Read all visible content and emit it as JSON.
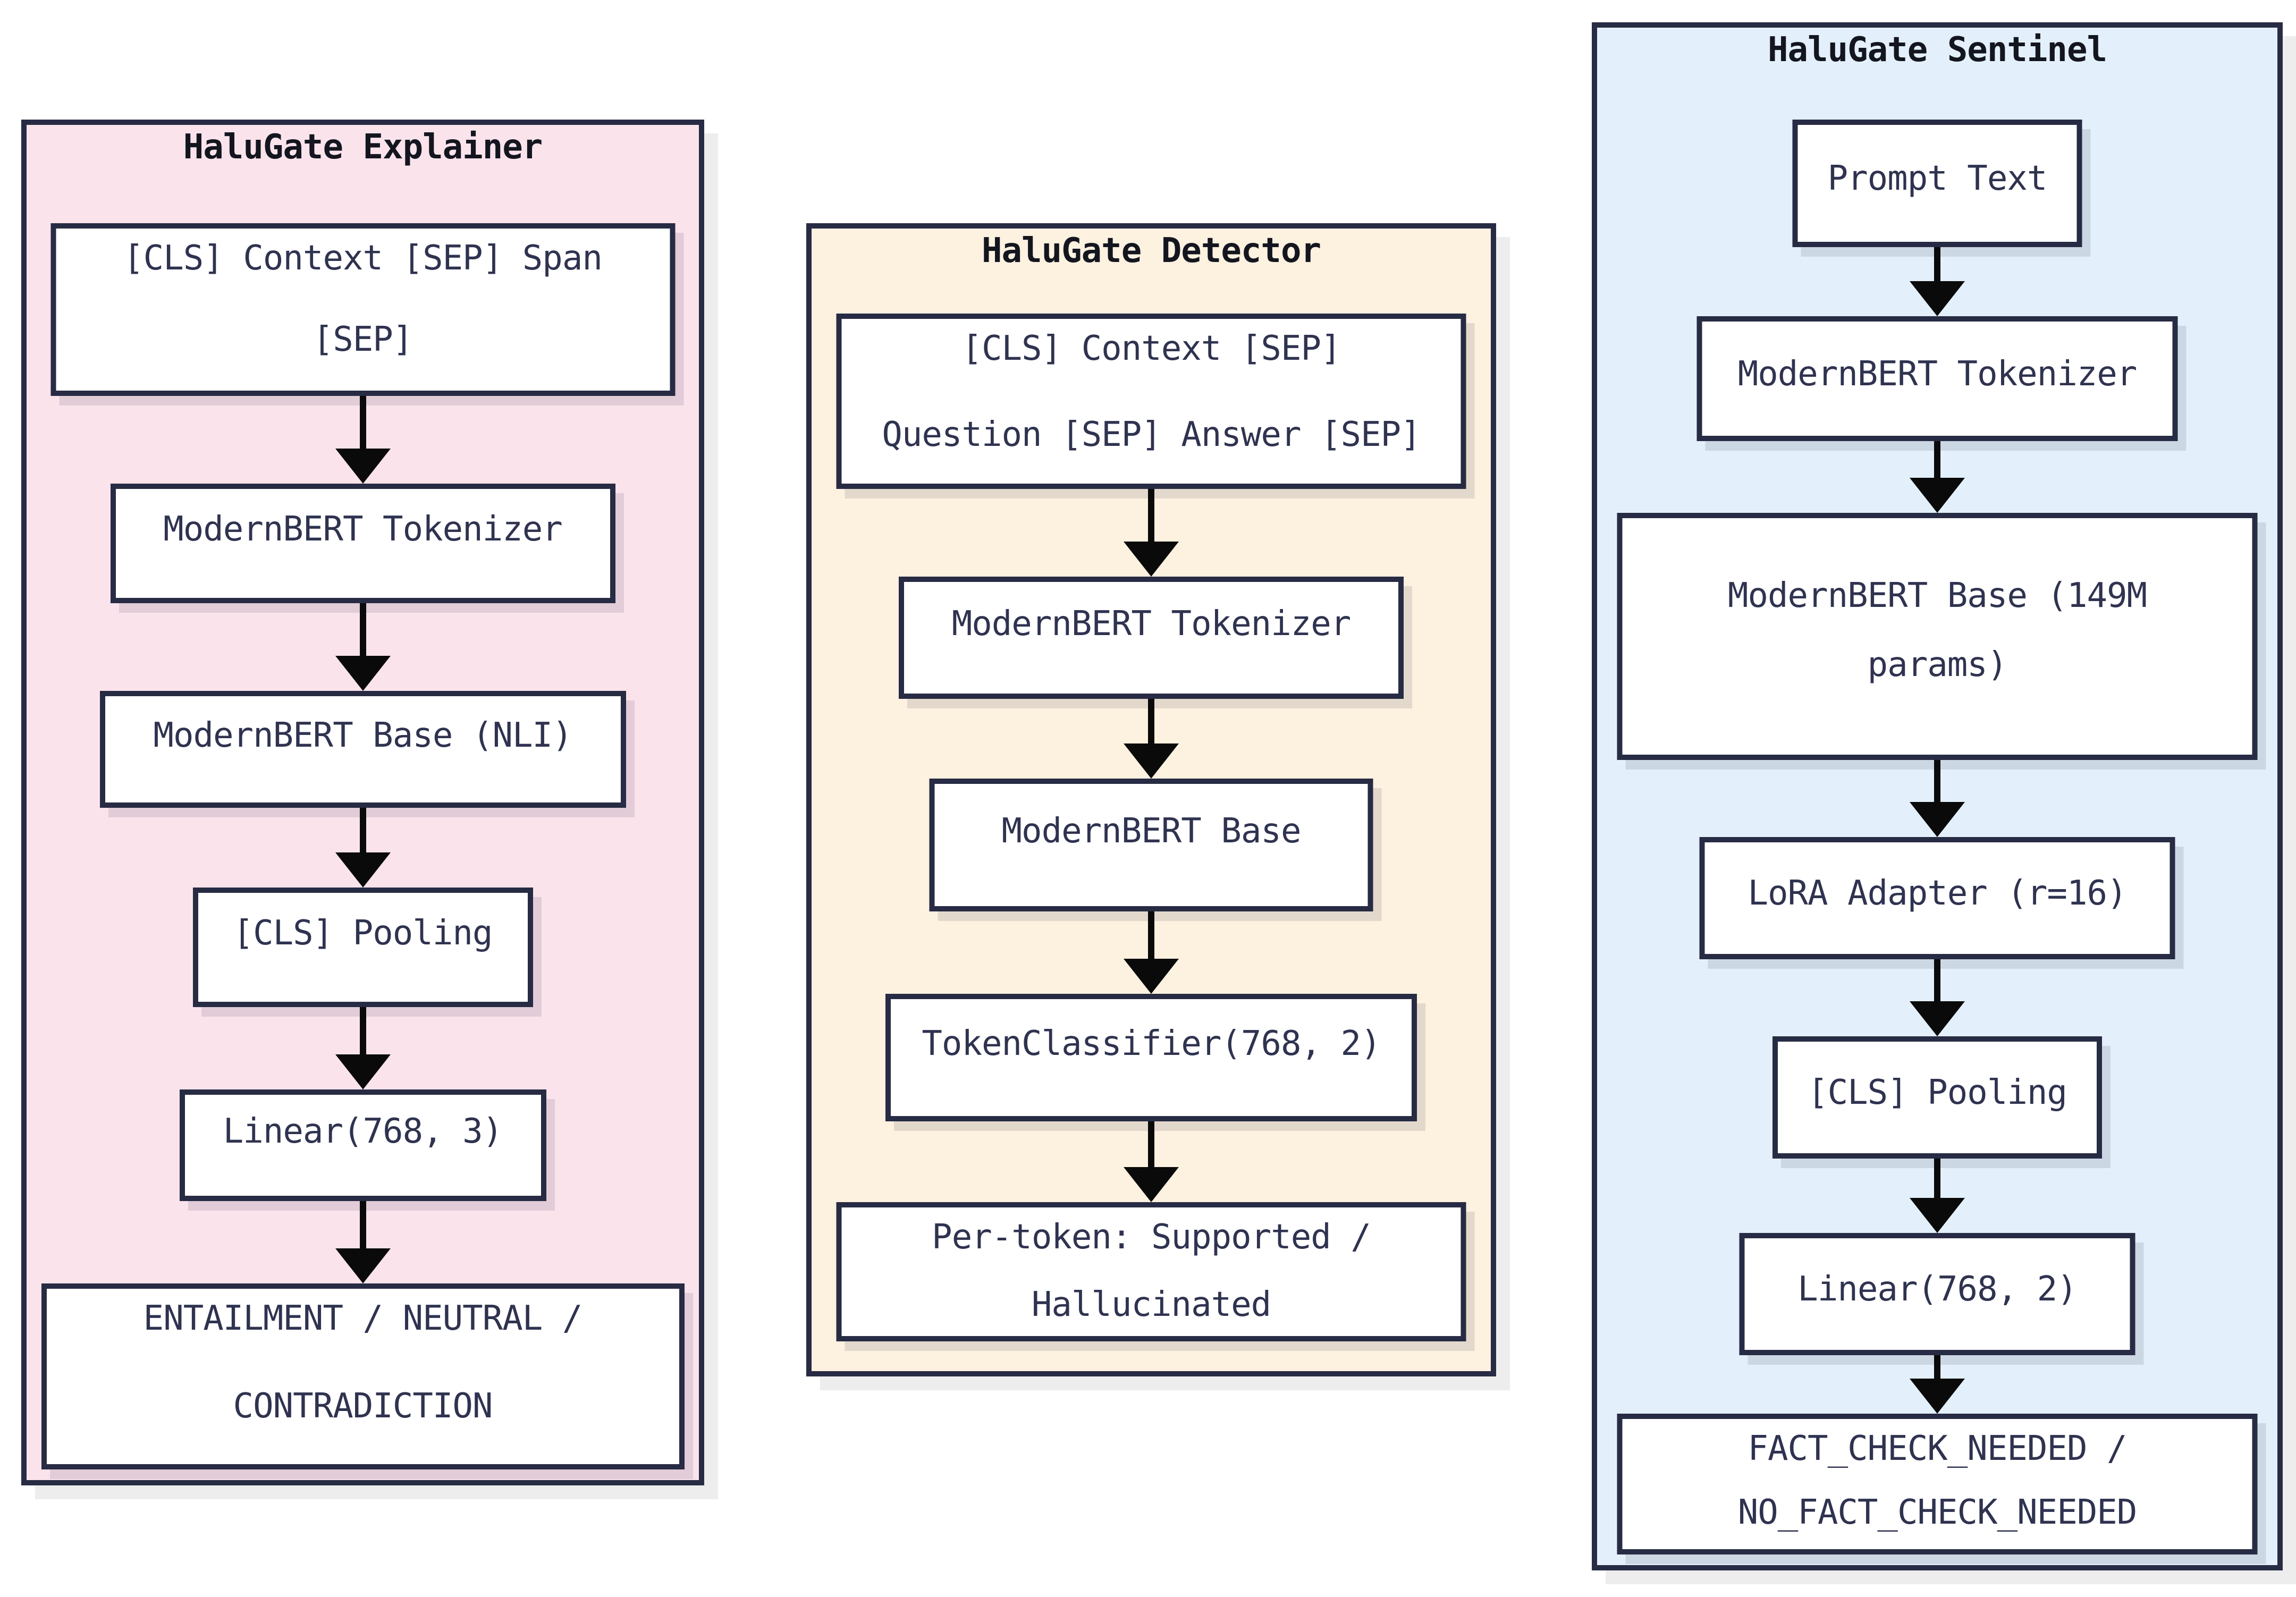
{
  "diagram": {
    "colors": {
      "page_background": "#ffffff",
      "border": "#272b43",
      "box_fill": "#ffffff",
      "title_text": "#14161f",
      "box_text": "#2f3350",
      "arrow": "#0a0a0a",
      "panel_shadow": "#ededed",
      "explainer_bg": "#fbe3ec",
      "detector_bg": "#fdf1e0",
      "sentinel_bg": "#e3f0fb"
    },
    "icons": {
      "flow_connector": "arrow-down"
    },
    "panels": [
      {
        "id": "explainer",
        "title": "HaluGate Explainer",
        "bg": "#fbe3ec",
        "boxes": [
          {
            "lines": [
              "[CLS] Context [SEP] Span",
              "[SEP]"
            ]
          },
          {
            "lines": [
              "ModernBERT Tokenizer"
            ]
          },
          {
            "lines": [
              "ModernBERT Base (NLI)"
            ]
          },
          {
            "lines": [
              "[CLS] Pooling"
            ]
          },
          {
            "lines": [
              "Linear(768, 3)"
            ]
          },
          {
            "lines": [
              "ENTAILMENT / NEUTRAL /",
              "CONTRADICTION"
            ]
          }
        ]
      },
      {
        "id": "detector",
        "title": "HaluGate Detector",
        "bg": "#fdf1e0",
        "boxes": [
          {
            "lines": [
              "[CLS] Context [SEP]",
              "Question [SEP] Answer [SEP]"
            ]
          },
          {
            "lines": [
              "ModernBERT Tokenizer"
            ]
          },
          {
            "lines": [
              "ModernBERT Base"
            ]
          },
          {
            "lines": [
              "TokenClassifier(768, 2)"
            ]
          },
          {
            "lines": [
              "Per-token: Supported /",
              "Hallucinated"
            ]
          }
        ]
      },
      {
        "id": "sentinel",
        "title": "HaluGate Sentinel",
        "bg": "#e3f0fb",
        "boxes": [
          {
            "lines": [
              "Prompt Text"
            ]
          },
          {
            "lines": [
              "ModernBERT Tokenizer"
            ]
          },
          {
            "lines": [
              "ModernBERT Base (149M",
              "params)"
            ]
          },
          {
            "lines": [
              "LoRA Adapter (r=16)"
            ]
          },
          {
            "lines": [
              "[CLS] Pooling"
            ]
          },
          {
            "lines": [
              "Linear(768, 2)"
            ]
          },
          {
            "lines": [
              "FACT_CHECK_NEEDED /",
              "NO_FACT_CHECK_NEEDED"
            ]
          }
        ]
      }
    ]
  }
}
